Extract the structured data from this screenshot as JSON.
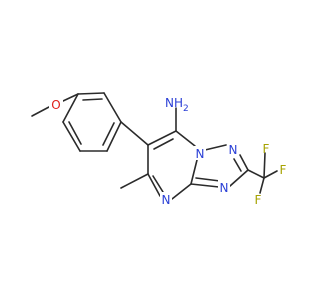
{
  "molecule": {
    "atom_labels": {
      "methoxy_o": "O",
      "amine": "NH",
      "amine_sub": "2",
      "n_bridge": "N",
      "n_triazole_top": "N",
      "n_triazole_right": "N",
      "n_pyrimidine": "N",
      "f_top": "F",
      "f_right": "F",
      "f_bottom": "F"
    },
    "colors": {
      "bond": "#2b2b2b",
      "nitrogen": "#2a3fd6",
      "oxygen": "#e0201b",
      "fluorine": "#a6a200",
      "background": "#ffffff"
    }
  }
}
